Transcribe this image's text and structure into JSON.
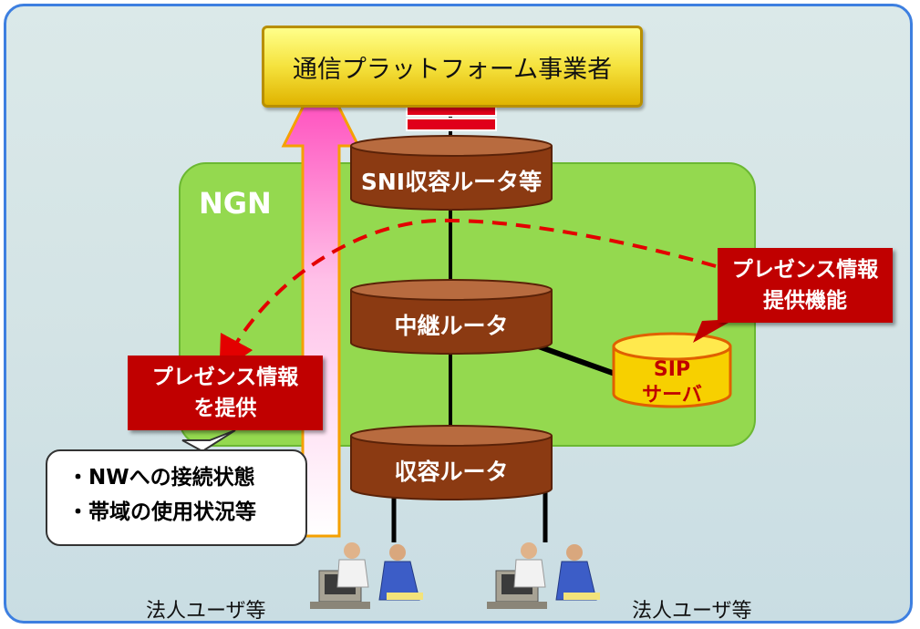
{
  "platform": {
    "label": "通信プラットフォーム事業者"
  },
  "ngn": {
    "label": "NGN"
  },
  "routers": {
    "sni": "SNI収容ルータ等",
    "relay": "中継ルータ",
    "access": "収容ルータ"
  },
  "sip_server": {
    "line1": "SIP",
    "line2": "サーバ"
  },
  "presence_function": {
    "line1": "プレゼンス情報",
    "line2": "提供機能"
  },
  "presence_provide": {
    "line1": "プレゼンス情報",
    "line2": "を提供"
  },
  "info_bubble": {
    "line1": "・NWへの接続状態",
    "line2": "・帯域の使用状況等"
  },
  "users": {
    "left": "法人ユーザ等",
    "right": "法人ユーザ等"
  },
  "colors": {
    "frame": "#3d7fe0",
    "ngn": "#94d94f",
    "router": "#8b3a12",
    "callout": "#c00000",
    "platform": "#f5e23d",
    "arrow": "#ff66cc"
  }
}
